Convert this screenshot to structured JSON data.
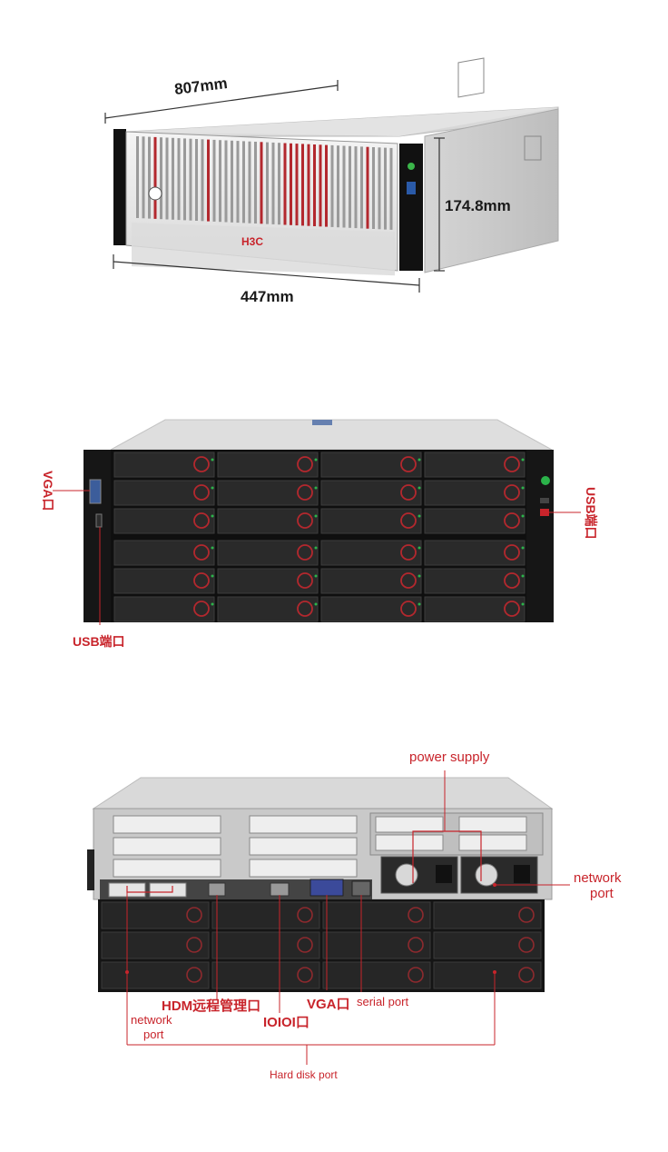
{
  "top_view": {
    "depth": "807mm",
    "height": "174.8mm",
    "width": "447mm",
    "brand": "H3C"
  },
  "front_view": {
    "vga_label": "VGA口",
    "usb_left_label": "USB端口",
    "usb_right_label": "USB端口"
  },
  "rear_view": {
    "power_supply_label": "power supply",
    "network_port_right": "network\nport",
    "network_port_left": "network\nport",
    "hdm_label": "HDM远程管理口",
    "ioioi_label": "IOIOI口",
    "vga_label": "VGA口",
    "serial_label": "serial port",
    "hard_disk_label": "Hard disk port"
  }
}
